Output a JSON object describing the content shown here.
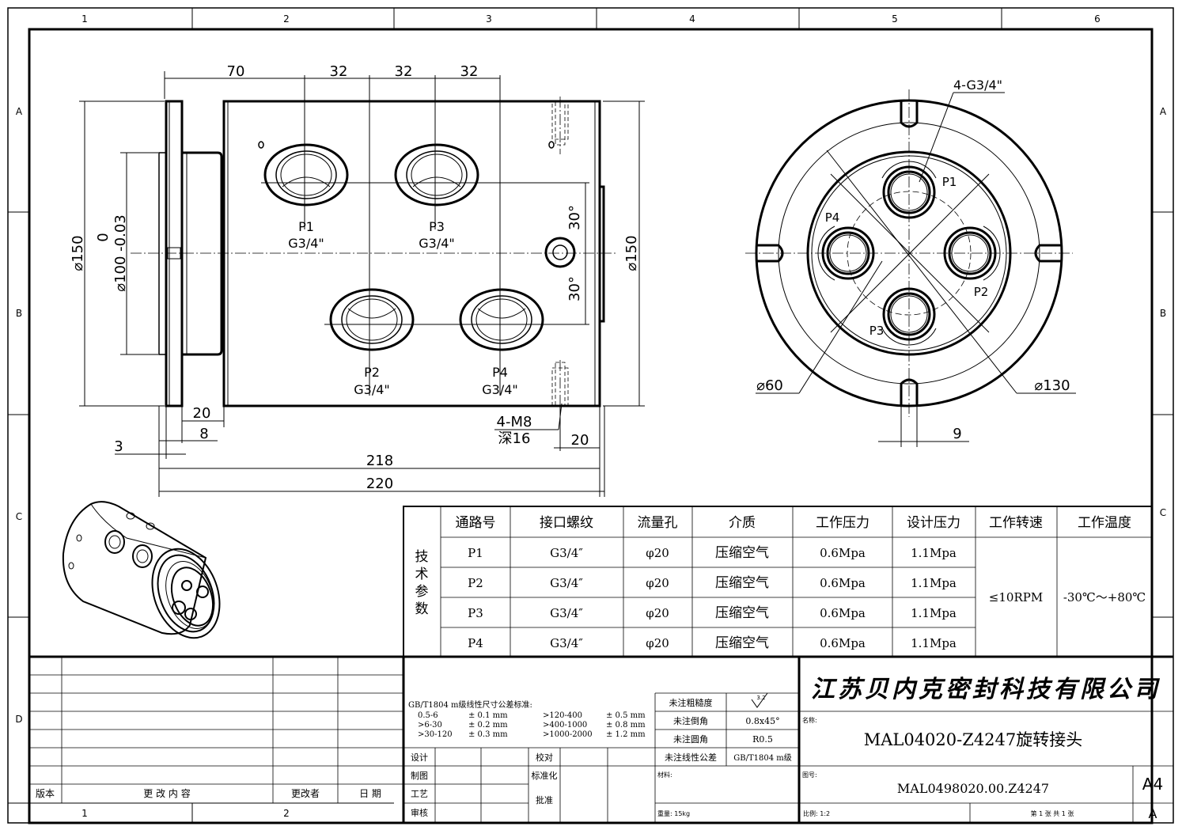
{
  "frame": {
    "cols": [
      "1",
      "2",
      "3",
      "4",
      "5",
      "6"
    ],
    "rows": [
      "A",
      "B",
      "C",
      "D"
    ]
  },
  "side_view": {
    "dims_top": [
      "70",
      "32",
      "32",
      "32"
    ],
    "dia_left": "⌀150",
    "dia_tol_upper": "0",
    "dia_tol": "⌀100 -0.03",
    "dia_right": "⌀150",
    "angle_upper": "30°",
    "angle_lower": "30°",
    "ports": [
      {
        "name": "P1",
        "thread": "G3/4\""
      },
      {
        "name": "P3",
        "thread": "G3/4\""
      },
      {
        "name": "P2",
        "thread": "G3/4\""
      },
      {
        "name": "P4",
        "thread": "G3/4\""
      }
    ],
    "dim_20a": "20",
    "dim_8": "8",
    "dim_3": "3",
    "bolt_spec": "4-M8",
    "bolt_depth": "深16",
    "dim_20b": "20",
    "dim_218": "218",
    "dim_220": "220"
  },
  "end_view": {
    "thread_callout": "4-G3/4\"",
    "ports": [
      "P1",
      "P2",
      "P3",
      "P4"
    ],
    "dia_small": "⌀60",
    "dia_large": "⌀130",
    "dim_9": "9"
  },
  "tech_table": {
    "side_label": [
      "技",
      "术",
      "参",
      "数"
    ],
    "headers": [
      "通路号",
      "接口螺纹",
      "流量孔",
      "介质",
      "工作压力",
      "设计压力",
      "工作转速",
      "工作温度"
    ],
    "rows": [
      [
        "P1",
        "G3/4″",
        "φ20",
        "压缩空气",
        "0.6Mpa",
        "1.1Mpa"
      ],
      [
        "P2",
        "G3/4″",
        "φ20",
        "压缩空气",
        "0.6Mpa",
        "1.1Mpa"
      ],
      [
        "P3",
        "G3/4″",
        "φ20",
        "压缩空气",
        "0.6Mpa",
        "1.1Mpa"
      ],
      [
        "P4",
        "G3/4″",
        "φ20",
        "压缩空气",
        "0.6Mpa",
        "1.1Mpa"
      ]
    ],
    "speed": "≤10RPM",
    "temp": "-30℃～+80℃"
  },
  "revision_block": {
    "headers": [
      "版本",
      "更 改 内 容",
      "更改者",
      "日 期"
    ]
  },
  "tolerance": {
    "title": "GB/T1804 m级线性尺寸公差标准:",
    "lines": [
      [
        "0.5-6",
        "± 0.1 mm",
        ">120-400",
        "± 0.5 mm"
      ],
      [
        ">6-30",
        "± 0.2 mm",
        ">400-1000",
        "± 0.8 mm"
      ],
      [
        ">30-120",
        "± 0.3 mm",
        ">1000-2000",
        "± 1.2 mm"
      ]
    ]
  },
  "notes": {
    "rows": [
      [
        "未注粗糙度",
        "3.2"
      ],
      [
        "未注倒角",
        "0.8x45°"
      ],
      [
        "未注圆角",
        "R0.5"
      ],
      [
        "未注线性公差",
        "GB/T1804 m级"
      ]
    ]
  },
  "signatures": {
    "left": [
      "设计",
      "制图",
      "工艺",
      "审核"
    ],
    "mid": [
      "校对",
      "标准化",
      "批准"
    ]
  },
  "title_block": {
    "company": "江苏贝内克密封科技有限公司",
    "name_label": "名称:",
    "part_name": "MAL04020-Z4247旋转接头",
    "drawing_label": "图号:",
    "drawing_no": "MAL0498020.00.Z4247",
    "material_label": "材料:",
    "weight": "重量: 15kg",
    "scale": "比例:   1:2",
    "sheet": "第 1 张    共 1 张",
    "size": "A4",
    "rev": "A"
  }
}
